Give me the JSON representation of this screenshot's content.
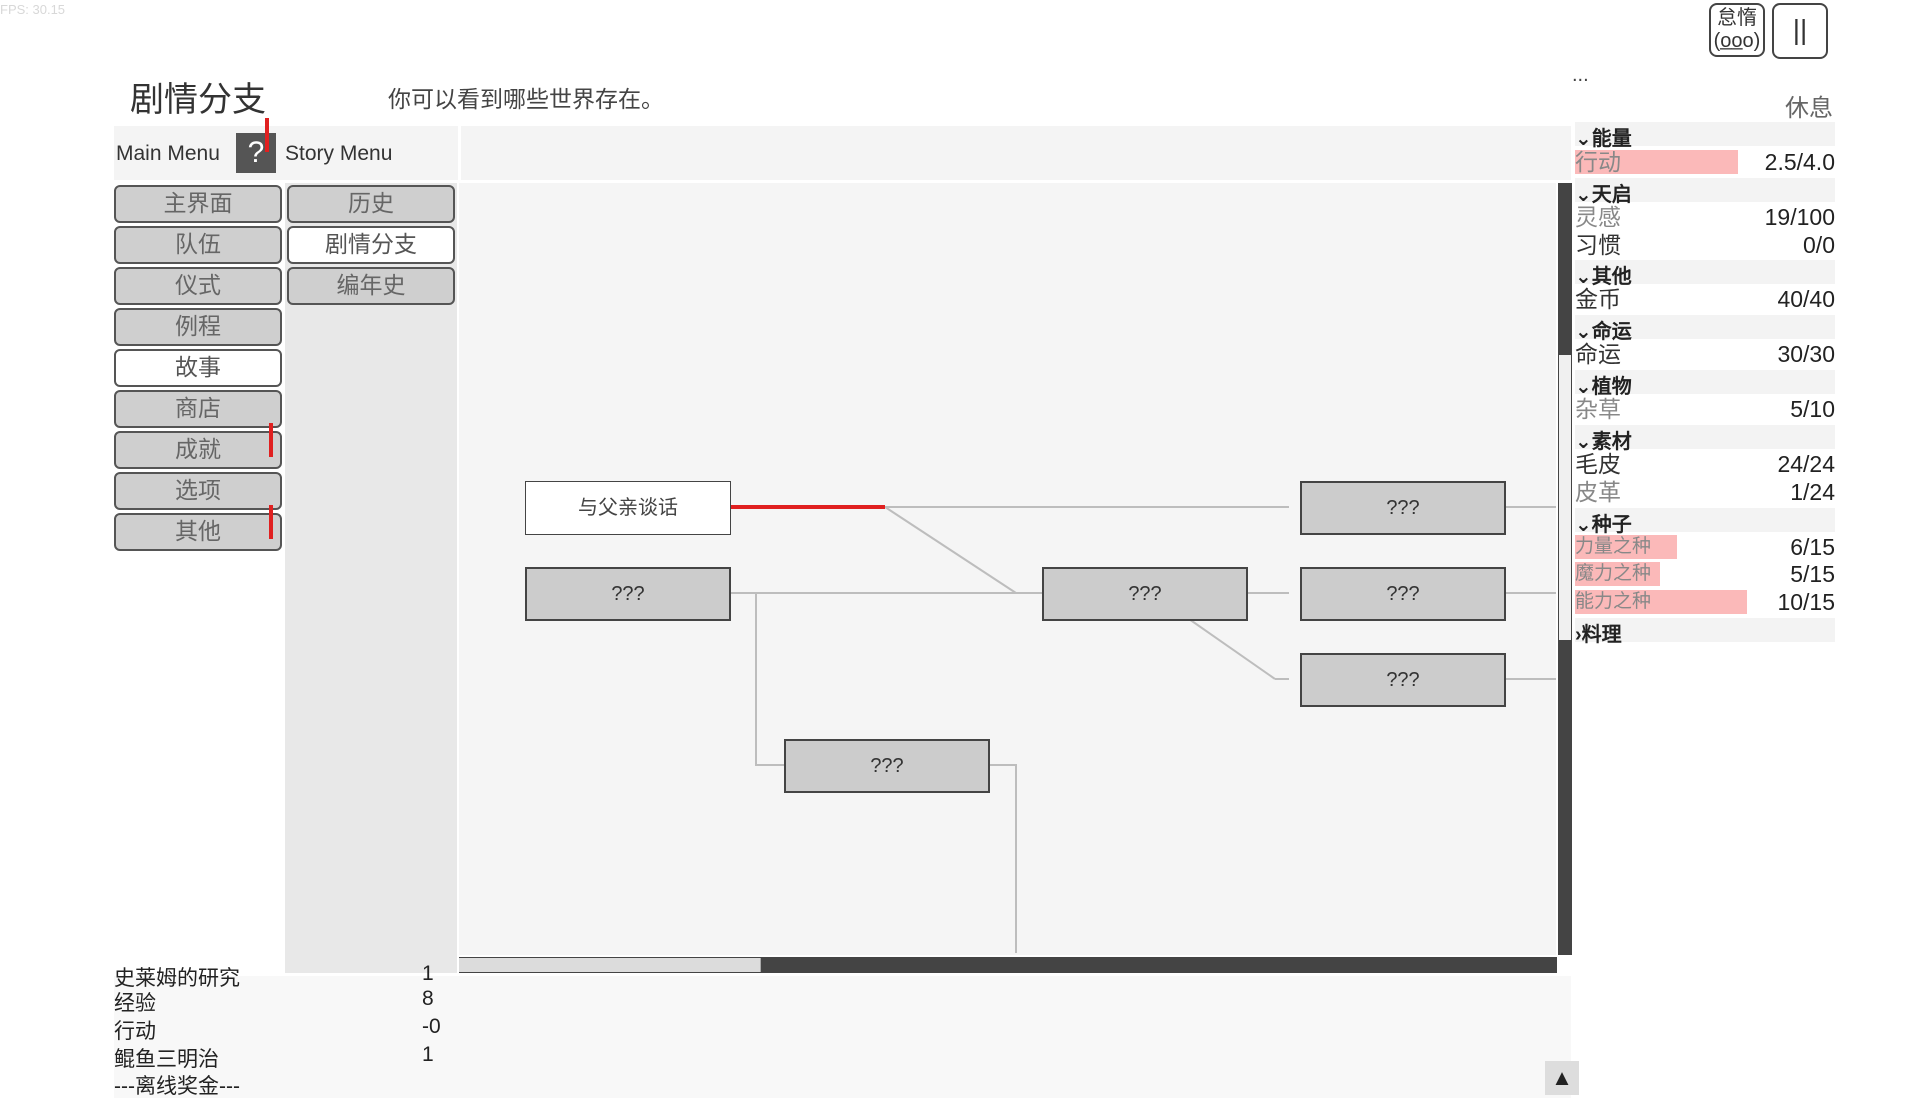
{
  "fps": "FPS: 30.15",
  "top_right": {
    "lazy_line1": "怠惰",
    "lazy_line2": "(o̲o̲o)",
    "pause": "||",
    "dots": "...",
    "rest": "休息"
  },
  "page": {
    "title": "剧情分支",
    "subtitle": "你可以看到哪些世界存在。"
  },
  "main_menu": {
    "label": "Main Menu",
    "help": "?",
    "items": [
      {
        "label": "主界面",
        "active": false
      },
      {
        "label": "队伍",
        "active": false
      },
      {
        "label": "仪式",
        "active": false
      },
      {
        "label": "例程",
        "active": false
      },
      {
        "label": "故事",
        "active": true
      },
      {
        "label": "商店",
        "active": false
      },
      {
        "label": "成就",
        "active": false
      },
      {
        "label": "选项",
        "active": false
      },
      {
        "label": "其他",
        "active": false
      }
    ]
  },
  "story_menu": {
    "label": "Story Menu",
    "items": [
      {
        "label": "历史",
        "active": false
      },
      {
        "label": "剧情分支",
        "active": true
      },
      {
        "label": "编年史",
        "active": false
      }
    ]
  },
  "tree": {
    "nodes": [
      {
        "label": "与父亲谈话",
        "known": true
      },
      {
        "label": "???"
      },
      {
        "label": "???"
      },
      {
        "label": "???"
      },
      {
        "label": "???"
      },
      {
        "label": "???"
      },
      {
        "label": "???"
      }
    ]
  },
  "resources": {
    "groups": [
      {
        "title": "⌄能量",
        "items": [
          {
            "name": "行动",
            "value": "2.5/4.0",
            "fill": 0.625
          }
        ]
      },
      {
        "title": "⌄天启",
        "items": [
          {
            "name": "灵感",
            "value": "19/100",
            "dim": true
          },
          {
            "name": "习惯",
            "value": "0/0"
          }
        ]
      },
      {
        "title": "⌄其他",
        "items": [
          {
            "name": "金币",
            "value": "40/40"
          }
        ]
      },
      {
        "title": "⌄命运",
        "items": [
          {
            "name": "命运",
            "value": "30/30"
          }
        ]
      },
      {
        "title": "⌄植物",
        "items": [
          {
            "name": "杂草",
            "value": "5/10",
            "dim": true
          }
        ]
      },
      {
        "title": "⌄素材",
        "items": [
          {
            "name": "毛皮",
            "value": "24/24"
          },
          {
            "name": "皮革",
            "value": "1/24",
            "dim": true
          }
        ]
      },
      {
        "title": "⌄种子",
        "items": [
          {
            "name": "力量之种",
            "value": "6/15",
            "fill": 0.4
          },
          {
            "name": "魔力之种",
            "value": "5/15",
            "fill": 0.33
          },
          {
            "name": "能力之种",
            "value": "10/15",
            "fill": 0.67
          }
        ]
      },
      {
        "title": "›料理",
        "items": []
      }
    ]
  },
  "log": {
    "rows": [
      {
        "name": "史莱姆的研究",
        "value": "1"
      },
      {
        "name": "经验",
        "value": "8"
      },
      {
        "name": "行动",
        "value": "-0"
      },
      {
        "name": "鲲鱼三明治",
        "value": "1"
      },
      {
        "name": "---离线奖金---",
        "value": ""
      }
    ],
    "up": "▲"
  }
}
